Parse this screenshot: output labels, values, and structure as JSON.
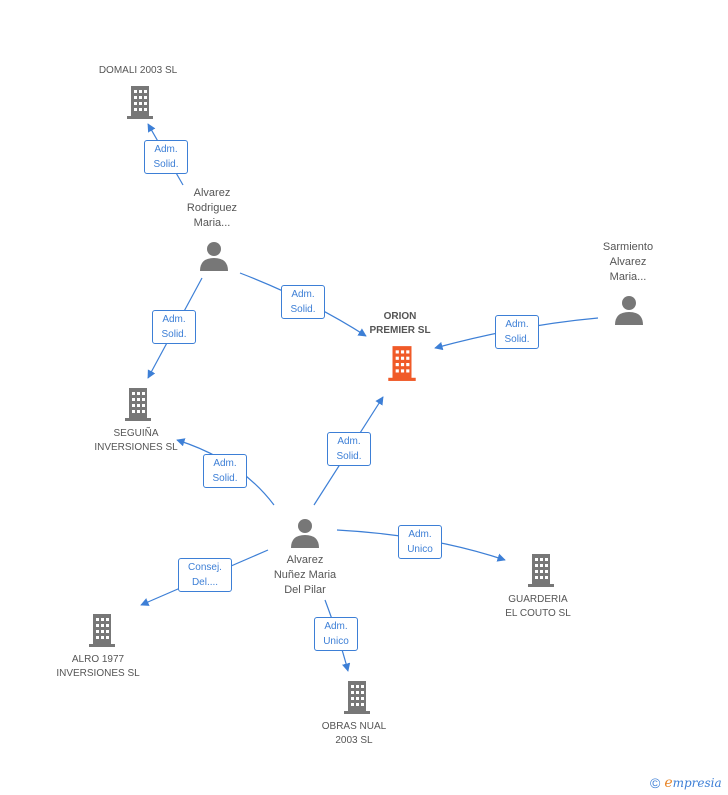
{
  "nodes": {
    "domali": {
      "label": "DOMALI 2003 SL",
      "type": "company"
    },
    "alvarez_rodriguez": {
      "label": "Alvarez\nRodriguez\nMaria...",
      "type": "person"
    },
    "orion": {
      "label": "ORION\nPREMIER SL",
      "type": "company-focus"
    },
    "sarmiento": {
      "label": "Sarmiento\nAlvarez\nMaria...",
      "type": "person"
    },
    "seguina": {
      "label": "SEGUIÑA\nINVERSIONES SL",
      "type": "company"
    },
    "alvarez_nunez": {
      "label": "Alvarez\nNuñez Maria\nDel Pilar",
      "type": "person"
    },
    "guarderia": {
      "label": "GUARDERIA\nEL COUTO  SL",
      "type": "company"
    },
    "alro": {
      "label": "ALRO 1977\nINVERSIONES SL",
      "type": "company"
    },
    "obras": {
      "label": "OBRAS NUAL\n2003 SL",
      "type": "company"
    }
  },
  "relations": {
    "r1": "Adm.\nSolid.",
    "r2": "Adm.\nSolid.",
    "r3": "Adm.\nSolid.",
    "r4": "Adm.\nSolid.",
    "r5": "Adm.\nSolid.",
    "r6": "Adm.\nSolid.",
    "r7": "Adm.\nUnico",
    "r8": "Consej.\nDel....",
    "r9": "Adm.\nUnico"
  },
  "footer": {
    "copyright": "©",
    "brand_initial": "e",
    "brand_rest": "mpresia"
  },
  "colors": {
    "edge": "#3d7fd6",
    "focus_company": "#f05a28",
    "node_gray": "#777777"
  }
}
